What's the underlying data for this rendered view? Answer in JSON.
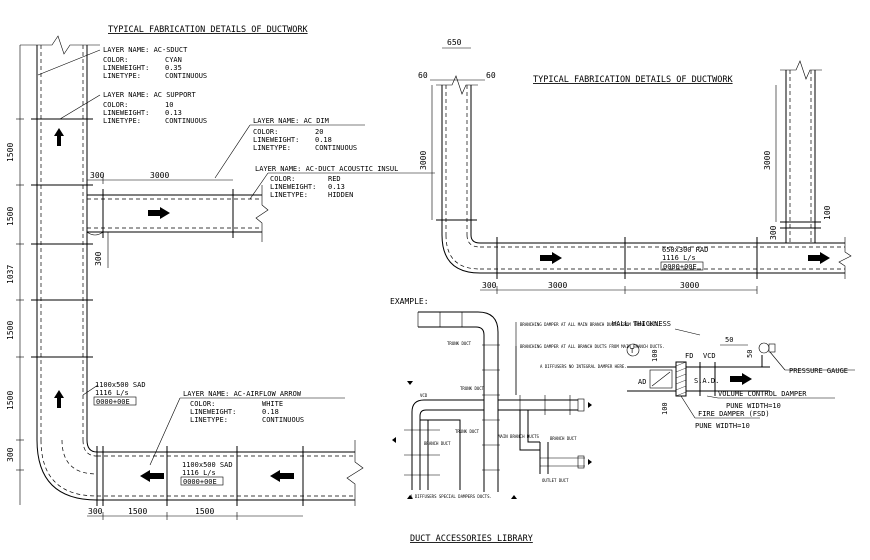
{
  "titles": {
    "left": "TYPICAL FABRICATION DETAILS OF DUCTWORK",
    "right": "TYPICAL FABRICATION DETAILS OF DUCTWORK",
    "bottom": "DUCT ACCESSORIES LIBRARY",
    "example": "EXAMPLE:"
  },
  "layers": [
    {
      "name_line": "LAYER NAME:  AC-SDUCT",
      "color": "CYAN",
      "lineweight": "0.35",
      "linetype": "CONTINUOUS"
    },
    {
      "name_line": "LAYER NAME:  AC SUPPORT",
      "color": "10",
      "lineweight": "0.13",
      "linetype": "CONTINUOUS"
    },
    {
      "name_line": "LAYER NAME:  AC DIM",
      "color": "20",
      "lineweight": "0.18",
      "linetype": "CONTINUOUS"
    },
    {
      "name_line": "LAYER NAME:  AC-DUCT ACOUSTIC INSUL",
      "color": "RED",
      "lineweight": "0.13",
      "linetype": "HIDDEN"
    },
    {
      "name_line": "LAYER NAME:  AC-AIRFLOW ARROW",
      "color": "WHITE",
      "lineweight": "0.18",
      "linetype": "CONTINUOUS"
    }
  ],
  "labels": {
    "color": "COLOR:",
    "lineweight": "LINEWEIGHT:",
    "linetype": "LINETYPE:"
  },
  "dims": {
    "left_v": [
      "1500",
      "1500",
      "1037",
      "1500",
      "1500",
      "300"
    ],
    "branch_300a": "300",
    "branch_3000": "3000",
    "branch_300b": "300",
    "bottom_300": "300",
    "bottom_1500a": "1500",
    "bottom_1500b": "1500",
    "right_650": "650",
    "right_60a": "60",
    "right_60b": "60",
    "right_3000a": "3000",
    "right_3000b": "3000",
    "right_100": "100",
    "right_300": "300",
    "right_h_300": "300",
    "right_h_3000a": "3000",
    "right_h_3000b": "3000",
    "acc_100a": "100",
    "acc_100b": "100",
    "acc_50a": "50",
    "acc_50b": "50"
  },
  "tags": {
    "riser_tag": [
      "1100x500 SAD",
      "1116 L/s",
      "0000+00E"
    ],
    "bottom_tag": [
      "1100x500 SAD",
      "1116 L/s",
      "0000+00E"
    ],
    "right_tag": [
      "650x300 RAD",
      "1116 L/s",
      "0000+00E"
    ]
  },
  "accessory": {
    "wall_thickness": "WALL THICKNESS",
    "circle_t": "T",
    "fd": "FD",
    "vcd": "VCD",
    "ad": "AD",
    "sad": "S.A.D.",
    "pressure": "PRESSURE GAUGE",
    "vcd_label": "VOLUME CONTROL DAMPER",
    "pune1": "PUNE WIDTH=10",
    "fsd_label": "FIRE DAMPER (FSD)",
    "pune2": "PUNE WIDTH=10"
  },
  "example": {
    "trunk1": "TRUNK DUCT",
    "trunk2": "TRUNK DUCT",
    "trunk3": "TRUNK DUCT",
    "branch1": "BRANCH DUCT",
    "branch2": "BRANCH DUCT",
    "main_branch": "MAIN BRANCH DUCTS",
    "outlet": "OUTLET DUCT",
    "note1": "BRANCHING DAMPER AT ALL MAIN BRANCH DUCTS FROM TRUNK DUCT.",
    "note2": "BRANCHING DAMPER AT ALL BRANCH DUCTS FROM MAIN BRANCH DUCTS.",
    "note3": "A DIFFUSERS NO INTEGRAL DAMPER HERE.",
    "note4": "A DIFFUSERS SPECIAL DAMPERS DUCTS.",
    "vcd": "VCD"
  }
}
